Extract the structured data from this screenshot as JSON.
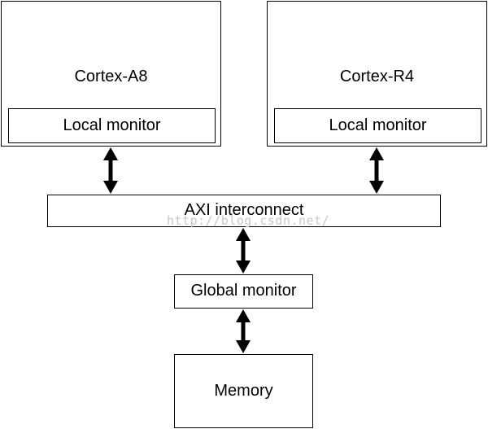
{
  "processors": [
    {
      "name": "Cortex-A8",
      "monitor": "Local monitor"
    },
    {
      "name": "Cortex-R4",
      "monitor": "Local monitor"
    }
  ],
  "interconnect": "AXI interconnect",
  "global_monitor": "Global monitor",
  "memory": "Memory",
  "watermark": "http://blog.csdn.net/",
  "colors": {
    "stroke": "#000000",
    "background": "#ffffff",
    "watermark": "#c8c8c8"
  },
  "connectors": [
    {
      "from": "Cortex-A8",
      "to": "AXI interconnect",
      "type": "double-arrow"
    },
    {
      "from": "Cortex-R4",
      "to": "AXI interconnect",
      "type": "double-arrow"
    },
    {
      "from": "AXI interconnect",
      "to": "Global monitor",
      "type": "double-arrow"
    },
    {
      "from": "Global monitor",
      "to": "Memory",
      "type": "double-arrow"
    }
  ]
}
